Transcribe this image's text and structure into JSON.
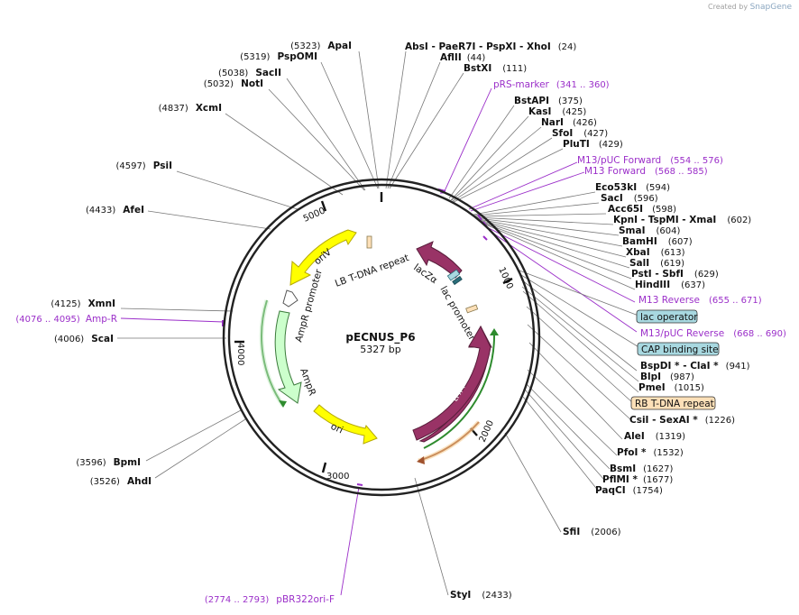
{
  "credit": {
    "prefix": "Created by",
    "brand": "SnapGene"
  },
  "plasmid": {
    "name": "pECNUS_P6",
    "size": "5327 bp"
  },
  "ticks": [
    "1000",
    "2000",
    "3000",
    "4000",
    "5000"
  ],
  "features": {
    "oriV": "oriV",
    "lb_repeat": "LB T-DNA repeat",
    "lacZa": "lacZα",
    "lac_promoter": "lac promoter",
    "ampr_promoter": "AmpR promoter",
    "ampr": "AmpR",
    "ori": "ori",
    "trfa": "trfA"
  },
  "enzymes_right": [
    {
      "name": "AbsI",
      "pos": ""
    },
    {
      "name": "PaeR7I",
      "pos": ""
    },
    {
      "name": "PspXI",
      "pos": ""
    },
    {
      "name": "XhoI",
      "pos": "(24)"
    },
    {
      "name": "AflII",
      "pos": "(44)"
    },
    {
      "name": "BstXI",
      "pos": "(111)"
    },
    {
      "name": "BstAPI",
      "pos": "(375)"
    },
    {
      "name": "KasI",
      "pos": "(425)"
    },
    {
      "name": "NarI",
      "pos": "(426)"
    },
    {
      "name": "SfoI",
      "pos": "(427)"
    },
    {
      "name": "PluTI",
      "pos": "(429)"
    },
    {
      "name": "Eco53kI",
      "pos": "(594)"
    },
    {
      "name": "SacI",
      "pos": "(596)"
    },
    {
      "name": "Acc65I",
      "pos": "(598)"
    },
    {
      "name": "KpnI",
      "pos": ""
    },
    {
      "name": "TspMI",
      "pos": ""
    },
    {
      "name": "XmaI",
      "pos": "(602)"
    },
    {
      "name": "SmaI",
      "pos": "(604)"
    },
    {
      "name": "BamHI",
      "pos": "(607)"
    },
    {
      "name": "XbaI",
      "pos": "(613)"
    },
    {
      "name": "SalI",
      "pos": "(619)"
    },
    {
      "name": "PstI",
      "pos": ""
    },
    {
      "name": "SbfI",
      "pos": "(629)"
    },
    {
      "name": "HindIII",
      "pos": "(637)"
    },
    {
      "name": "BspDI *",
      "pos": ""
    },
    {
      "name": "ClaI *",
      "pos": "(941)"
    },
    {
      "name": "BlpI",
      "pos": "(987)"
    },
    {
      "name": "PmeI",
      "pos": "(1015)"
    },
    {
      "name": "CsiI",
      "pos": ""
    },
    {
      "name": "SexAI *",
      "pos": "(1226)"
    },
    {
      "name": "AleI",
      "pos": "(1319)"
    },
    {
      "name": "PfoI *",
      "pos": "(1532)"
    },
    {
      "name": "BsmI",
      "pos": "(1627)"
    },
    {
      "name": "PflMI *",
      "pos": "(1677)"
    },
    {
      "name": "PaqCI",
      "pos": "(1754)"
    },
    {
      "name": "SfiI",
      "pos": "(2006)"
    },
    {
      "name": "StyI",
      "pos": "(2433)"
    }
  ],
  "enzymes_left": [
    {
      "name": "ApaI",
      "pos": "(5323)"
    },
    {
      "name": "PspOMI",
      "pos": "(5319)"
    },
    {
      "name": "SacII",
      "pos": "(5038)"
    },
    {
      "name": "NotI",
      "pos": "(5032)"
    },
    {
      "name": "XcmI",
      "pos": "(4837)"
    },
    {
      "name": "PsiI",
      "pos": "(4597)"
    },
    {
      "name": "AfeI",
      "pos": "(4433)"
    },
    {
      "name": "XmnI",
      "pos": "(4125)"
    },
    {
      "name": "ScaI",
      "pos": "(4006)"
    },
    {
      "name": "BpmI",
      "pos": "(3596)"
    },
    {
      "name": "AhdI",
      "pos": "(3526)"
    }
  ],
  "primers": [
    {
      "name": "pRS-marker",
      "pos": "(341 .. 360)"
    },
    {
      "name": "M13/pUC Forward",
      "pos": "(554 .. 576)"
    },
    {
      "name": "M13 Forward",
      "pos": "(568 .. 585)"
    },
    {
      "name": "M13 Reverse",
      "pos": "(655 .. 671)"
    },
    {
      "name": "M13/pUC Reverse",
      "pos": "(668 .. 690)"
    },
    {
      "name": "Amp-R",
      "pos": "(4076 .. 4095)"
    },
    {
      "name": "pBR322ori-F",
      "pos": "(2774 .. 2793)"
    }
  ],
  "boxed": [
    {
      "name": "lac operator"
    },
    {
      "name": "CAP binding site"
    },
    {
      "name": "RB T-DNA repeat"
    }
  ],
  "colors": {
    "backbone": "#222222",
    "primer": "#9b2fc9",
    "oriV": "#ffff00",
    "ori": "#ffff00",
    "ampr": "#ccffcc",
    "trfa": "#993366",
    "lacz": "#993366",
    "boxed_blue": "#a8d8e0",
    "boxed_orange": "#fde0b8"
  }
}
